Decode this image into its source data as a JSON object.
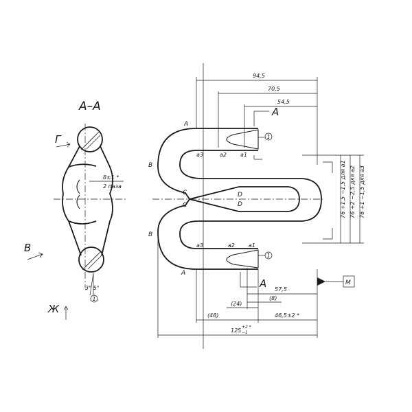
{
  "section_title": "A–A",
  "left_view": {
    "label_g": "Г",
    "label_v": "В",
    "label_zh": "Ж",
    "dim_slot": "8±1 *",
    "dim_slot_note": "2 паза",
    "angle_note": "3° 5°",
    "callout": "1"
  },
  "main_view": {
    "dims_top": [
      "94,5",
      "70,5",
      "54,5"
    ],
    "dims_bottom": {
      "d575": "57,5",
      "d8": "(8)",
      "d24": "(24)",
      "d48": "(48)",
      "d465": "46,5±2 *",
      "d125": "125",
      "d125_tol": "+2 *",
      "d125_tol_low": "−1"
    },
    "section_marks": [
      "A",
      "A"
    ],
    "callouts": [
      "1",
      "1"
    ],
    "point_labels": {
      "a_top": "A",
      "a_bot": "A",
      "b_top": "B",
      "b_bot": "B",
      "c1": "C",
      "c2": "C",
      "d1": "D",
      "d2": "D",
      "a3_top": "a3",
      "a2_top": "a2",
      "a1_top": "a1",
      "a3_bot": "a3",
      "a2_bot": "a2",
      "a1_bot": "a1"
    },
    "right_dims": [
      "76 +1,5 −1,5 для a1",
      "76 +2 −2,5 для a2",
      "76 +1 −1,5 для a3"
    ],
    "datum": "М"
  }
}
